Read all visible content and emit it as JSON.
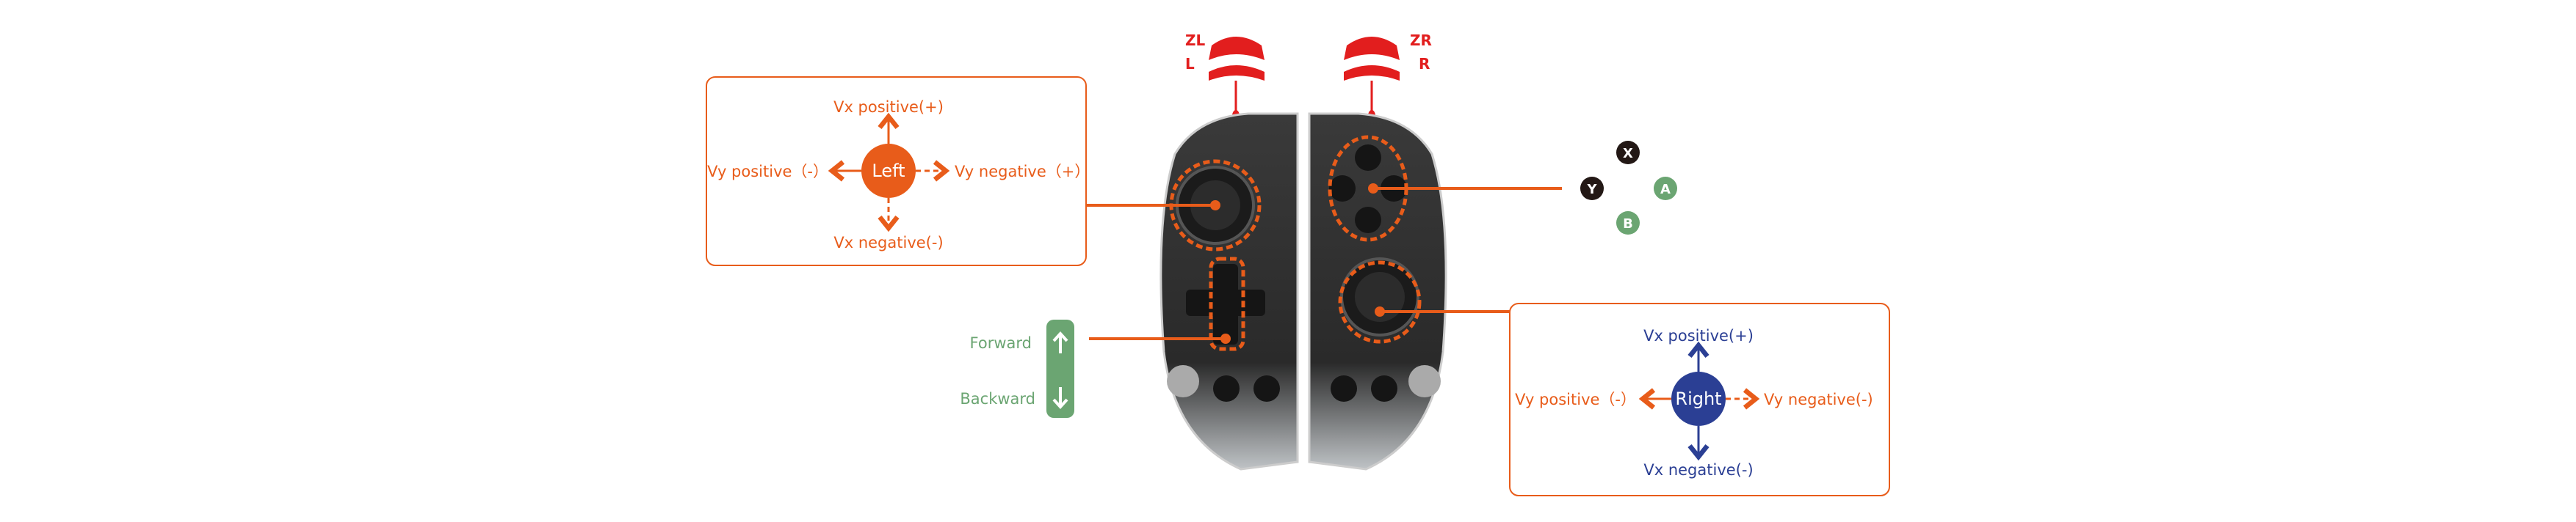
{
  "colors": {
    "orange": "#E85C1A",
    "red": "#E21E1E",
    "blue": "#2B3F94",
    "green": "#6BA572",
    "dark": "#231815"
  },
  "triggers": {
    "zl": "ZL",
    "l": "L",
    "zr": "ZR",
    "r": "R"
  },
  "left_stick": {
    "center": "Left",
    "up": "Vx positive(+)",
    "down": "Vx negative(-)",
    "left": "Vy positive（-）",
    "right": "Vy negative（+）"
  },
  "right_stick": {
    "center": "Right",
    "up": "Vx positive(+)",
    "down": "Vx negative(-)",
    "left": "Vy positive（-）",
    "right": "Vy negative(-)"
  },
  "face_buttons": {
    "x": "X",
    "y": "Y",
    "a": "A",
    "b": "B"
  },
  "dpad": {
    "forward": "Forward",
    "backward": "Backward"
  }
}
